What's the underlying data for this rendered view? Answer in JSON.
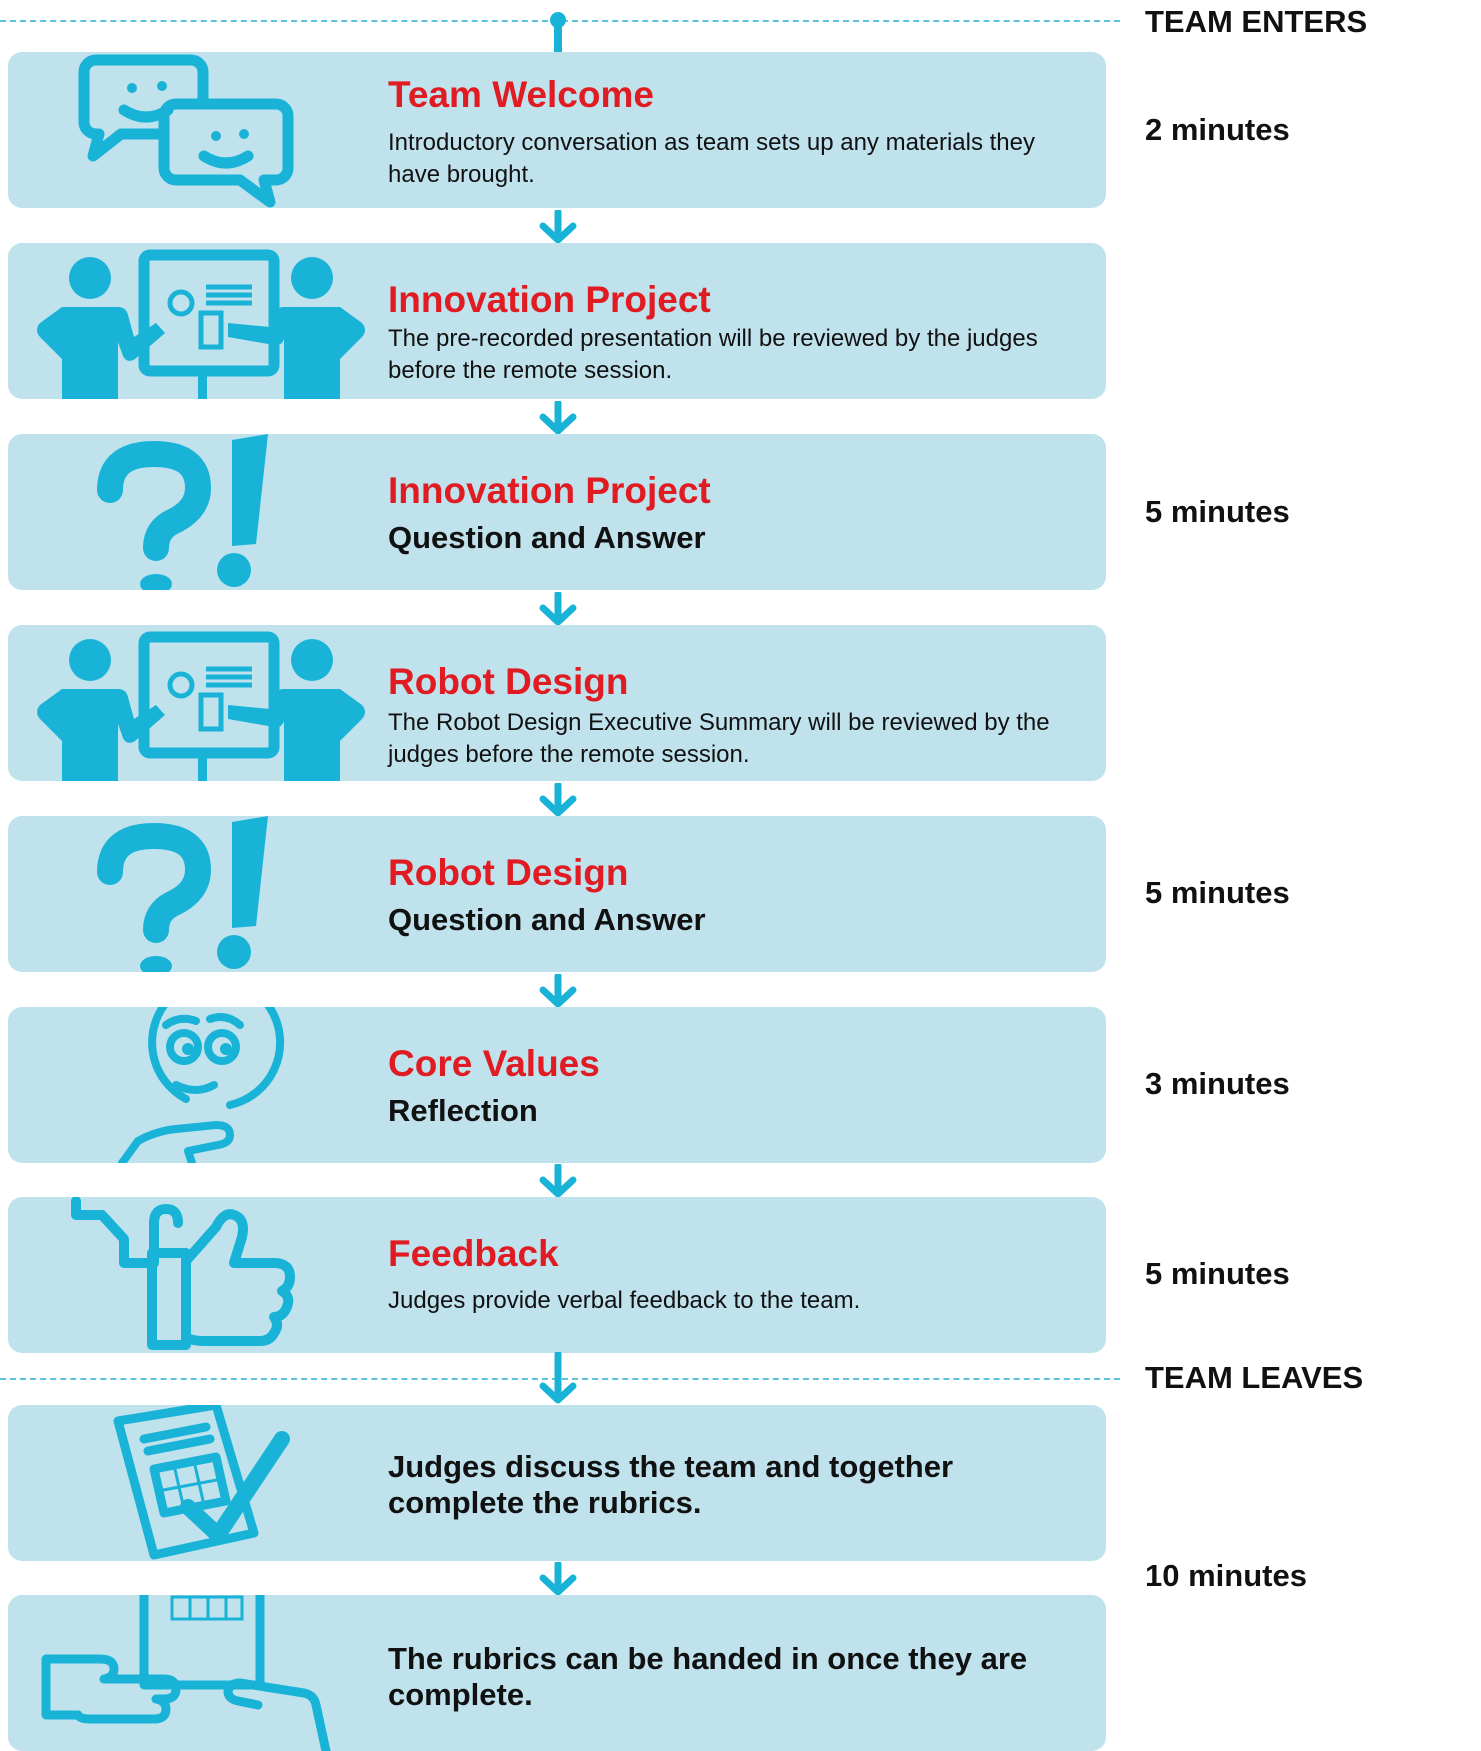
{
  "markers": {
    "enter": "TEAM ENTERS",
    "leave": "TEAM LEAVES"
  },
  "colors": {
    "card_background": "#bfe2ed",
    "title": "#e01b22",
    "icon": "#1ab3d8",
    "arrow": "#1ab3d8"
  },
  "steps": [
    {
      "icon": "chat-bubbles-icon",
      "title": "Team Welcome",
      "description": "Introductory conversation as team sets up any materials they have brought.",
      "duration": "2 minutes"
    },
    {
      "icon": "presentation-icon",
      "title": "Innovation Project",
      "description": "The pre-recorded presentation will be reviewed by the judges before the remote session."
    },
    {
      "icon": "question-exclamation-icon",
      "title": "Innovation Project",
      "subtitle": "Question and Answer",
      "duration": "5 minutes"
    },
    {
      "icon": "presentation-icon",
      "title": "Robot Design",
      "description": "The Robot Design Executive Summary will be reviewed by the judges before the remote session."
    },
    {
      "icon": "question-exclamation-icon",
      "title": "Robot Design",
      "subtitle": "Question and Answer",
      "duration": "5 minutes"
    },
    {
      "icon": "thinking-face-icon",
      "title": "Core Values",
      "subtitle": "Reflection",
      "duration": "3 minutes"
    },
    {
      "icon": "thumbs-up-icon",
      "title": "Feedback",
      "description": "Judges provide verbal feedback to the team.",
      "duration": "5 minutes"
    },
    {
      "icon": "clipboard-check-icon",
      "text": "Judges discuss the team and together complete the rubrics."
    },
    {
      "icon": "hands-rubric-icon",
      "text": "The rubrics can be handed in once they are complete."
    }
  ],
  "final_duration": "10 minutes"
}
